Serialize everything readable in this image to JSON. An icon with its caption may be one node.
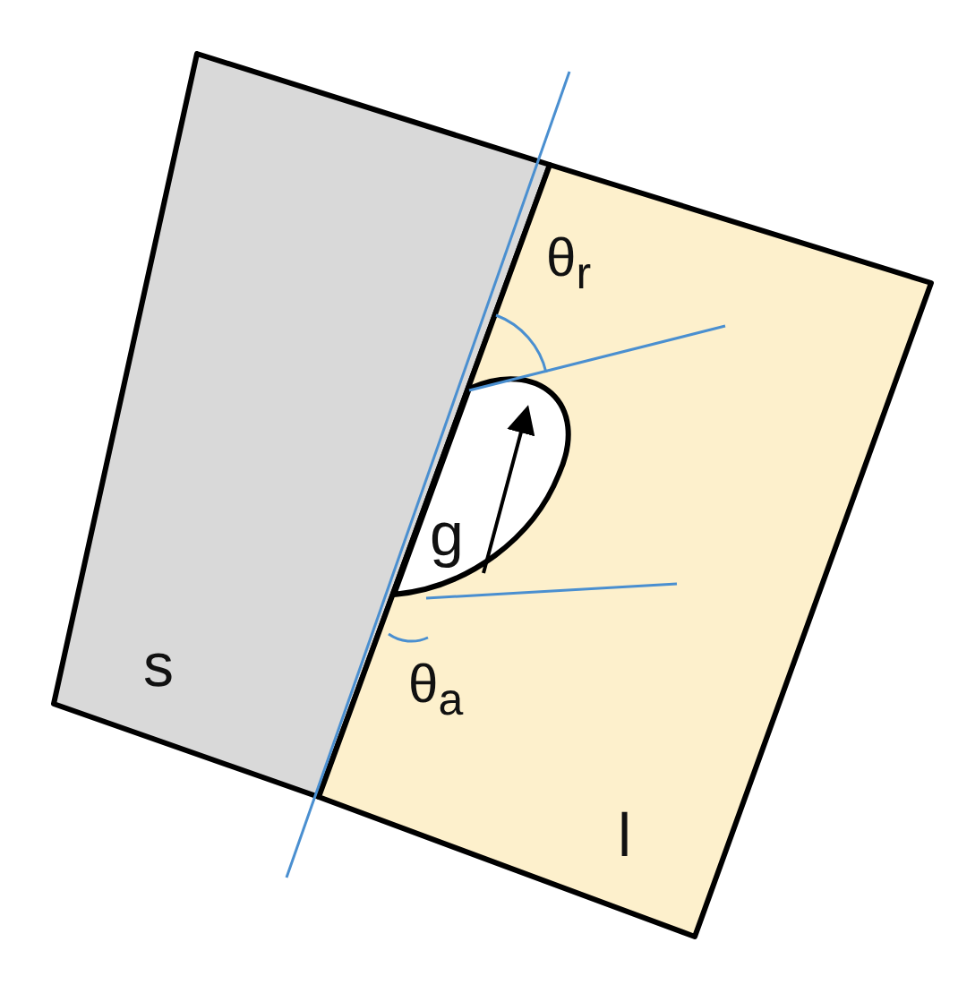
{
  "diagram": {
    "nodes": [
      {
        "text": [
          "s"
        ]
      },
      {
        "text": [
          "l"
        ]
      },
      {
        "text": [
          "g"
        ],
        "in": 1
      }
    ],
    "labels": [
      "θ$_{r}$",
      "θ$_{a}$"
    ]
  }
}
